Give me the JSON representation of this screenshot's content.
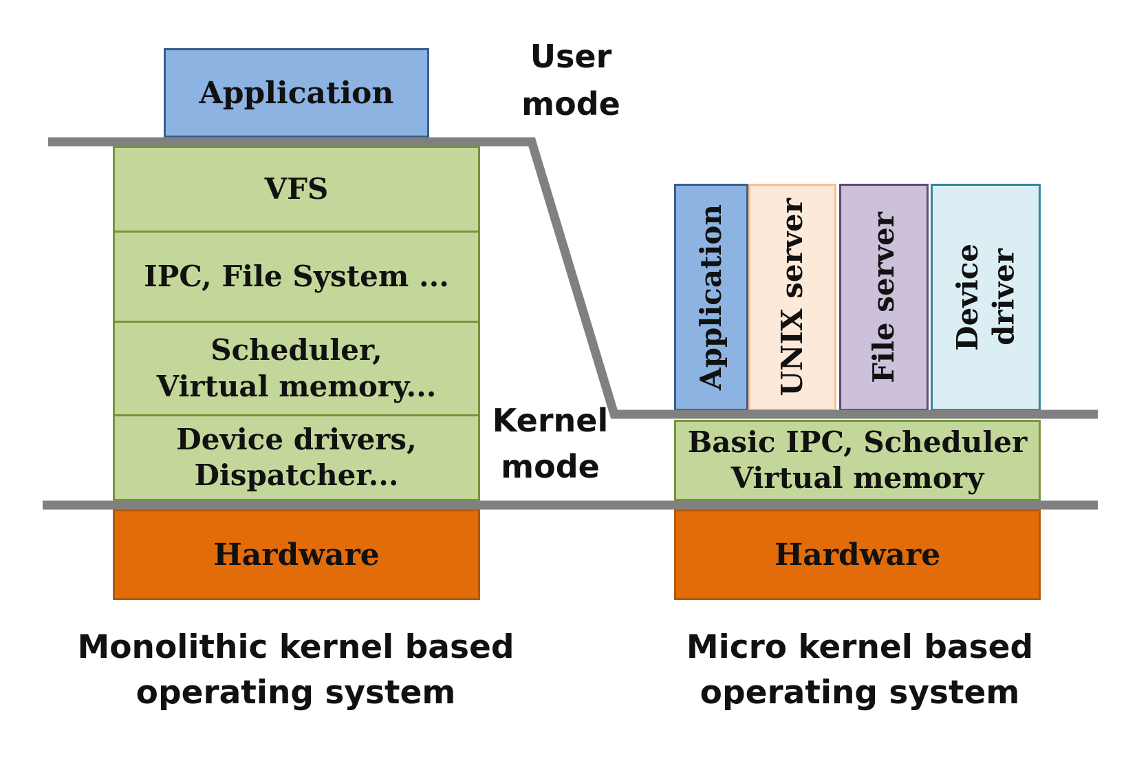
{
  "mode_labels": {
    "user": "User\nmode",
    "kernel": "Kernel\nmode"
  },
  "monolithic": {
    "application": "Application",
    "vfs": "VFS",
    "ipc_fs": "IPC, File System ...",
    "scheduler_vm": "Scheduler,\nVirtual memory...",
    "drivers_dispatcher": "Device drivers,\nDispatcher...",
    "hardware": "Hardware",
    "caption": "Monolithic kernel based\noperating system"
  },
  "micro": {
    "application": "Application",
    "unix_server": "UNIX server",
    "file_server": "File server",
    "device_driver": "Device\ndriver",
    "kernel_core": "Basic IPC, Scheduler\nVirtual memory",
    "hardware": "Hardware",
    "caption": "Micro kernel based\noperating system"
  },
  "colors": {
    "boundary_line": "#808080",
    "kernel_green": "#c4d79b",
    "hardware_orange": "#e36c0a",
    "application_blue": "#8db3e2",
    "unix_peach": "#fde9d9",
    "file_lavender": "#ccc0da",
    "driver_lightblue": "#dbeef4"
  }
}
